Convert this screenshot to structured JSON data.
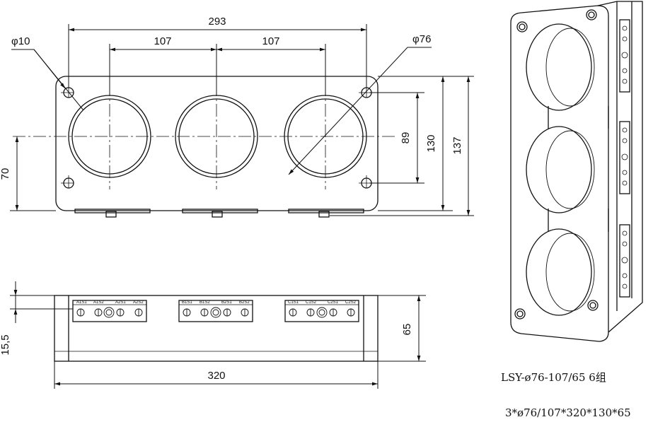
{
  "drawing": {
    "front_view": {
      "width_overall": "293",
      "pitch_left": "107",
      "pitch_right": "107",
      "hole_label": "φ10",
      "window_label": "φ76",
      "height_89": "89",
      "height_130": "130",
      "height_137": "137",
      "height_70": "70"
    },
    "side_view": {
      "length": "320",
      "height": "65",
      "offset": "15,5",
      "terminal_labels": [
        [
          "A1S1",
          "A1S2",
          "A2S1",
          "A2S2"
        ],
        [
          "B1S1",
          "B1S2",
          "B2S1",
          "B2S2"
        ],
        [
          "C1S1",
          "C1S2",
          "C2S1",
          "C2S2"
        ]
      ]
    },
    "caption": {
      "model": "LSY-ø76-107/65 6组",
      "spec": "3*ø76/107*320*130*65"
    }
  }
}
